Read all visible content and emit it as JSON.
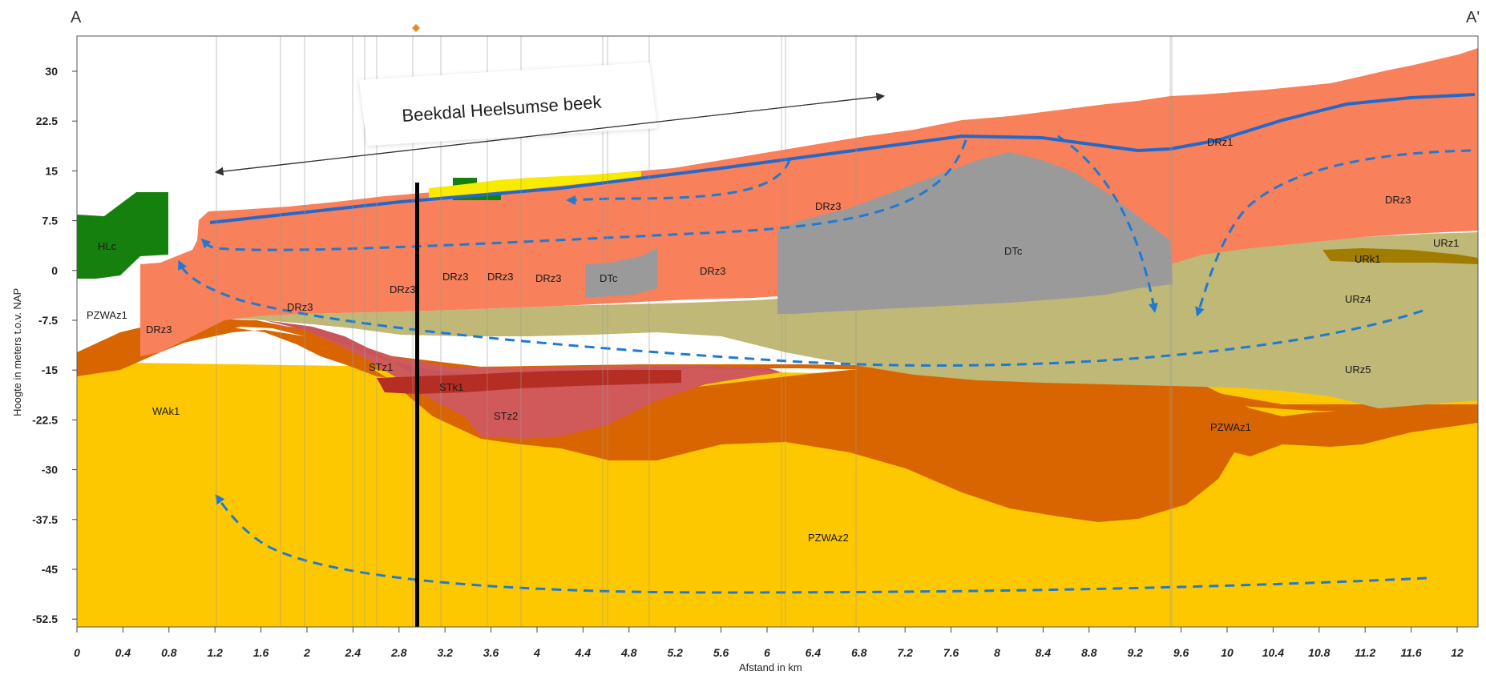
{
  "corner_left": "A",
  "corner_right": "A'",
  "ylabel": "Hoogte in meters t.o.v. NAP",
  "xlabel": "Afstand in km",
  "callout": "Beekdal Heelsumse beek",
  "y_ticks": [
    "30",
    "22.5",
    "15",
    "7.5",
    "0",
    "-7.5",
    "-15",
    "-22.5",
    "-30",
    "-37.5",
    "-45",
    "-52.5"
  ],
  "x_ticks": [
    "0",
    "0.4",
    "0.8",
    "1.2",
    "1.6",
    "2",
    "2.4",
    "2.8",
    "3.2",
    "3.6",
    "4",
    "4.4",
    "4.8",
    "5.2",
    "5.6",
    "6",
    "6.4",
    "6.8",
    "7.2",
    "7.6",
    "8",
    "8.4",
    "8.8",
    "9.2",
    "9.6",
    "10",
    "10.4",
    "10.8",
    "11.2",
    "11.6",
    "12"
  ],
  "units": {
    "HLc": "HLc",
    "PZWAz1_left": "PZWAz1",
    "DRz3_a": "DRz3",
    "DRz3_b": "DRz3",
    "DRz3_c": "DRz3",
    "DRz3_d": "DRz3",
    "DRz3_e": "DRz3",
    "DRz3_f": "DRz3",
    "DRz3_g": "DRz3",
    "DRz3_h": "DRz3",
    "DRz3_i": "DRz3",
    "DRz1": "DRz1",
    "DTc_a": "DTc",
    "DTc_b": "DTc",
    "URk1": "URk1",
    "URz1": "URz1",
    "URz4": "URz4",
    "URz5": "URz5",
    "STz1": "STz1",
    "STk1": "STk1",
    "STz2": "STz2",
    "WAk1": "WAk1",
    "PZWAz1_right": "PZWAz1",
    "PZWAz2": "PZWAz2"
  },
  "colors": {
    "PZWAz2": "#fec800",
    "WAk1": "#d96500",
    "STz2": "#d05a5a",
    "STk1": "#b52e24",
    "UR": "#bfb877",
    "URk1": "#a07c00",
    "DRz3": "#f8805a",
    "DTc": "#9a9a9a",
    "HLc": "#15800e",
    "flow_arrow": "#1f7ad1",
    "water_table": "#2469c9",
    "surface_yellow": "#f8ea00",
    "borehole": "#000000",
    "frame_line": "#9a9a9a"
  }
}
